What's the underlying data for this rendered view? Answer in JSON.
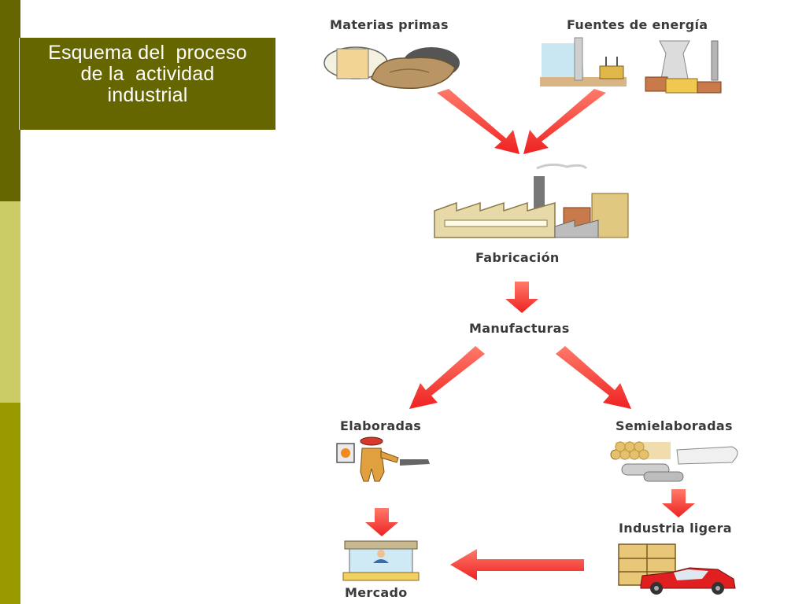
{
  "slide": {
    "title_lines": [
      "Esquema del  proceso",
      "de la  actividad",
      "industrial"
    ],
    "colors": {
      "sidebar_top": "#666600",
      "sidebar_mid": "#cccc66",
      "sidebar_bottom": "#999900",
      "title_bg": "#666600",
      "arrow": "#ee2222"
    }
  },
  "diagram": {
    "nodes": {
      "materias_primas": "Materias primas",
      "fuentes_energia": "Fuentes de energía",
      "fabricacion": "Fabricación",
      "manufacturas": "Manufacturas",
      "elaboradas": "Elaboradas",
      "semielaboradas": "Semielaboradas",
      "industria_ligera": "Industria ligera",
      "mercado": "Mercado"
    },
    "icons": [
      "raw-materials-icon",
      "energy-sources-icon",
      "factory-icon",
      "finished-products-icon",
      "semi-finished-products-icon",
      "light-industry-icon",
      "market-stall-icon"
    ]
  }
}
